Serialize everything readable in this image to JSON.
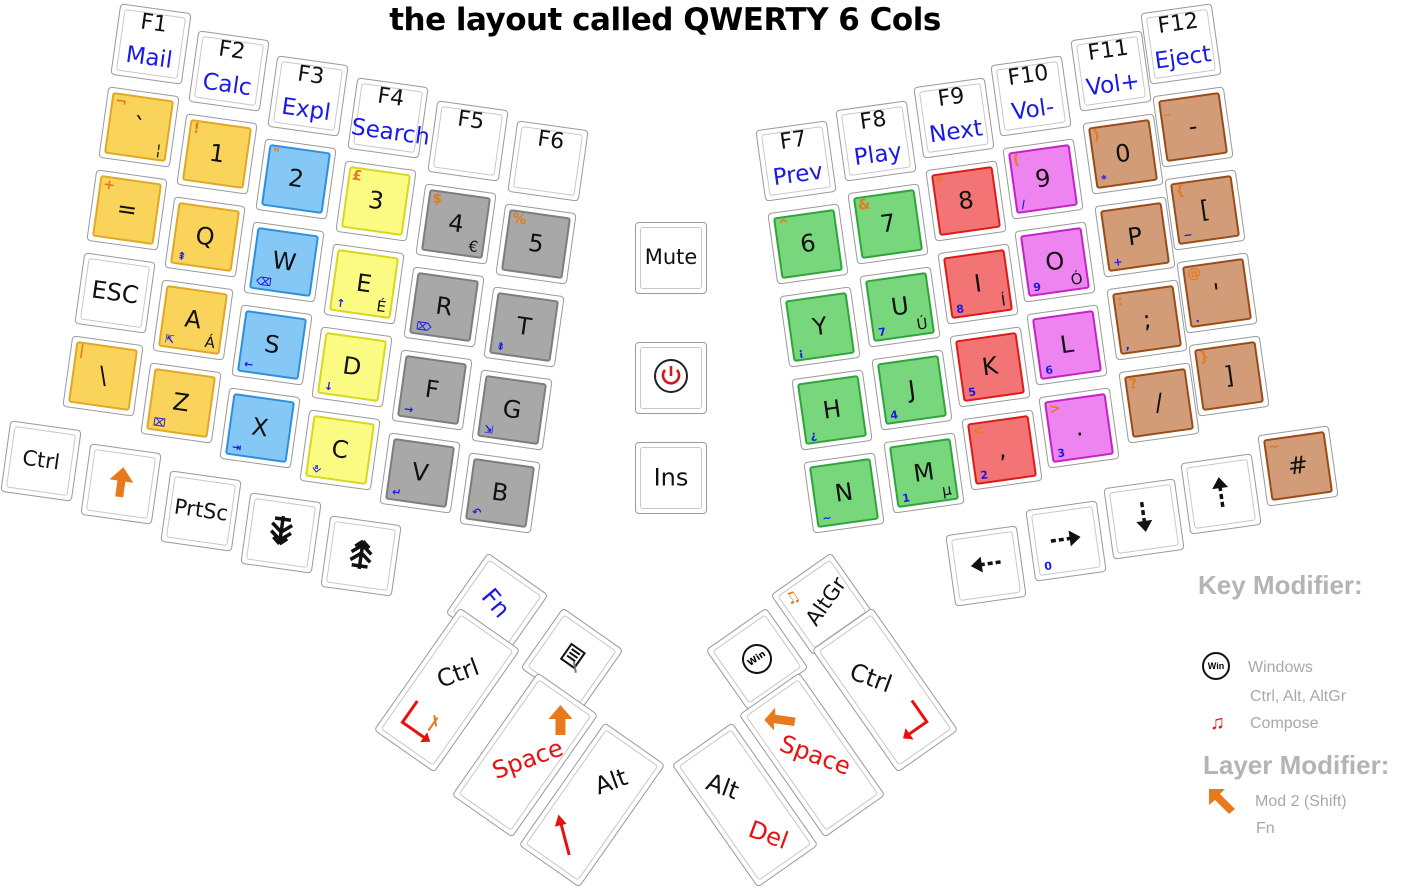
{
  "title": "the layout called QWERTY 6 Cols",
  "colors": {
    "yellow": "#f9d35a",
    "light_yellow": "#fbfb84",
    "blue": "#85c8f6",
    "gray": "#a8a8a8",
    "green": "#78d67c",
    "red": "#f37474",
    "magenta": "#ee84f0",
    "brown": "#d29c78",
    "modifier_orange": "#e87a1c",
    "modifier_blue": "#1a1ae6",
    "modifier_red": "#e81010"
  },
  "left_keys": {
    "fn": [
      {
        "main": "F1",
        "sub": "Mail"
      },
      {
        "main": "F2",
        "sub": "Calc"
      },
      {
        "main": "F3",
        "sub": "Expl"
      },
      {
        "main": "F4",
        "sub": "Search"
      },
      {
        "main": "F5",
        "sub": ""
      },
      {
        "main": "F6",
        "sub": ""
      }
    ],
    "num": [
      {
        "main": "`",
        "tl": "¬",
        "br": "¦"
      },
      {
        "main": "1",
        "tl": "!"
      },
      {
        "main": "2",
        "tl": "\""
      },
      {
        "main": "3",
        "tl": "£"
      },
      {
        "main": "4",
        "tl": "$",
        "br": "€"
      },
      {
        "main": "5",
        "tl": "%"
      }
    ],
    "top": [
      {
        "main": "=",
        "tl": "+"
      },
      {
        "main": "Q",
        "bl": "⇞"
      },
      {
        "main": "W",
        "bl": "⌫"
      },
      {
        "main": "E",
        "bl": "↑",
        "br": "É"
      },
      {
        "main": "R",
        "bl": "⌦"
      },
      {
        "main": "T",
        "bl": "⇟"
      }
    ],
    "home": [
      {
        "main": "ESC"
      },
      {
        "main": "A",
        "bl": "⇱",
        "br": "Á"
      },
      {
        "main": "S",
        "bl": "←"
      },
      {
        "main": "D",
        "bl": "↓"
      },
      {
        "main": "F",
        "bl": "→"
      },
      {
        "main": "G",
        "bl": "⇲"
      }
    ],
    "bottom": [
      {
        "main": "\\",
        "tl": "|"
      },
      {
        "main": "Z",
        "bl": "⌧"
      },
      {
        "main": "X",
        "bl": "⇥"
      },
      {
        "main": "C",
        "bl": "⎀"
      },
      {
        "main": "V",
        "bl": "↵"
      },
      {
        "main": "B",
        "bl": "↶"
      }
    ],
    "thumb_row": [
      {
        "main": "Ctrl"
      },
      {
        "main": "shift-arrow"
      },
      {
        "main": "PrtSc"
      },
      {
        "main": "page-down"
      },
      {
        "main": "page-up"
      }
    ]
  },
  "right_keys": {
    "fn": [
      {
        "main": "F7",
        "sub": "Prev"
      },
      {
        "main": "F8",
        "sub": "Play"
      },
      {
        "main": "F9",
        "sub": "Next"
      },
      {
        "main": "F10",
        "sub": "Vol-"
      },
      {
        "main": "F11",
        "sub": "Vol+"
      },
      {
        "main": "F12",
        "sub": "Eject"
      }
    ],
    "num": [
      {
        "main": "6",
        "tl": "^"
      },
      {
        "main": "7",
        "tl": "&"
      },
      {
        "main": "8",
        "tl": "*"
      },
      {
        "main": "9",
        "tl": "(",
        "bl": "/"
      },
      {
        "main": "0",
        "tl": ")",
        "bl": "*"
      },
      {
        "main": "-",
        "tl": "_"
      }
    ],
    "top": [
      {
        "main": "Y",
        "bl": "¡"
      },
      {
        "main": "U",
        "bl": "7",
        "br": "Ú"
      },
      {
        "main": "I",
        "bl": "8",
        "br": "Í"
      },
      {
        "main": "O",
        "bl": "9",
        "br": "Ó"
      },
      {
        "main": "P",
        "bl": "+"
      },
      {
        "main": "[",
        "tl": "{",
        "bl": "−"
      }
    ],
    "home": [
      {
        "main": "H",
        "bl": "¿"
      },
      {
        "main": "J",
        "bl": "4"
      },
      {
        "main": "K",
        "bl": "5"
      },
      {
        "main": "L",
        "bl": "6"
      },
      {
        "main": ";",
        "tl": ":",
        "bl": ","
      },
      {
        "main": "'",
        "tl": "@",
        "bl": "."
      }
    ],
    "bottom": [
      {
        "main": "N",
        "bl": "~"
      },
      {
        "main": "M",
        "bl": "1",
        "br": "µ"
      },
      {
        "main": ",",
        "tl": "<",
        "bl": "2"
      },
      {
        "main": ".",
        "tl": ">",
        "bl": "3"
      },
      {
        "main": "/",
        "tl": "?"
      },
      {
        "main": "]",
        "tl": "}"
      }
    ],
    "arrow_row": [
      {
        "main": "left-arrow"
      },
      {
        "main": "right-arrow",
        "bl": "0"
      },
      {
        "main": "down-arrow"
      },
      {
        "main": "up-arrow"
      },
      {
        "main": "#",
        "tl": "~"
      }
    ]
  },
  "center_keys": {
    "mute": "Mute",
    "power": "power",
    "ins": "Ins"
  },
  "left_thumb": {
    "fn": "Fn",
    "ctrl": "Ctrl",
    "space": "Space",
    "alt": "Alt"
  },
  "right_thumb": {
    "win": "Win",
    "altgr": "AltGr",
    "ctrl": "Ctrl",
    "space": "Space",
    "alt": "Alt",
    "del": "Del"
  },
  "legend": {
    "key_modifier_title": "Key Modifier:",
    "win_label": "Win",
    "windows": "Windows",
    "ctrl_alt": "Ctrl, Alt, AltGr",
    "compose": "Compose",
    "layer_modifier_title": "Layer Modifier:",
    "mod2": "Mod 2 (Shift)",
    "fn": "Fn"
  }
}
